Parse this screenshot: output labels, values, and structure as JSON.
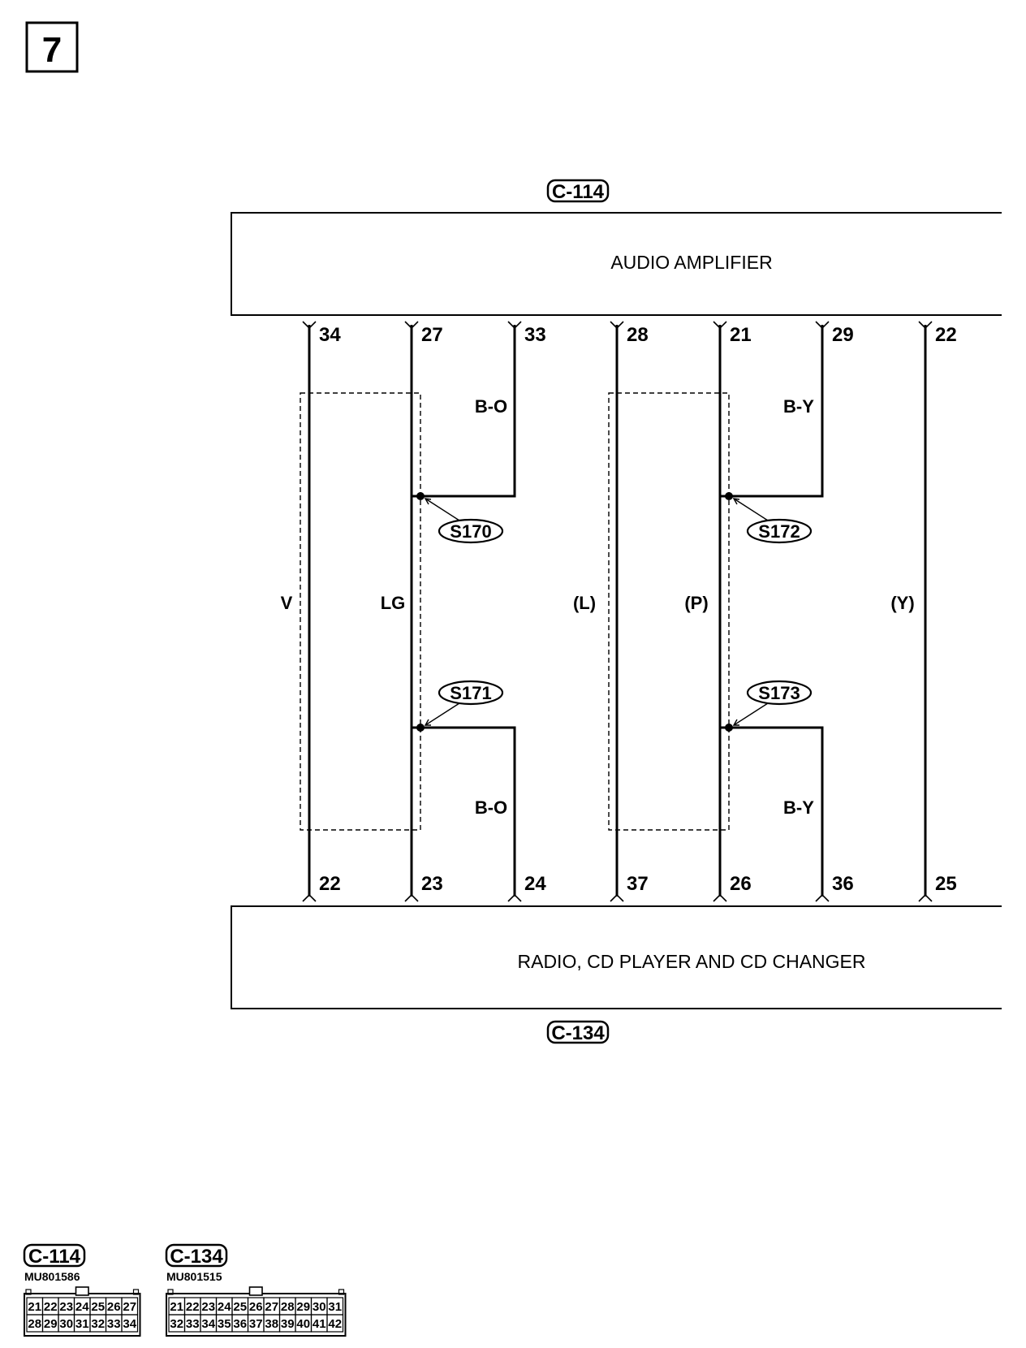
{
  "page_number": "7",
  "connectors": {
    "top": "C-114",
    "bottom": "C-134"
  },
  "components": {
    "top": "AUDIO AMPLIFIER",
    "bottom": "RADIO, CD PLAYER AND CD CHANGER"
  },
  "wires": [
    {
      "id": "w1",
      "top_pin": "34",
      "bottom_pin": "22",
      "color": "V"
    },
    {
      "id": "w2",
      "top_pin": "27",
      "bottom_pin": "23",
      "color": "LG"
    },
    {
      "id": "w3",
      "top_pin": "33",
      "bottom_pin": "24",
      "color": "(L)",
      "upper_branch_color": "B-O",
      "lower_branch_color": "B-O"
    },
    {
      "id": "w4",
      "top_pin": "28",
      "bottom_pin": "37",
      "color": "(P)"
    },
    {
      "id": "w5",
      "top_pin": "21",
      "bottom_pin": "26",
      "color": ""
    },
    {
      "id": "w6",
      "top_pin": "29",
      "bottom_pin": "36",
      "color": "",
      "upper_branch_color": "B-Y",
      "lower_branch_color": "B-Y"
    },
    {
      "id": "w7",
      "top_pin": "22",
      "bottom_pin": "25",
      "color": "(Y)"
    }
  ],
  "splices": [
    "S170",
    "S171",
    "S172",
    "S173"
  ],
  "connector_views": [
    {
      "name": "C-114",
      "part_number": "MU801586",
      "row1": [
        "21",
        "22",
        "23",
        "24",
        "25",
        "26",
        "27"
      ],
      "row2": [
        "28",
        "29",
        "30",
        "31",
        "32",
        "33",
        "34"
      ]
    },
    {
      "name": "C-134",
      "part_number": "MU801515",
      "row1": [
        "21",
        "22",
        "23",
        "24",
        "25",
        "26",
        "27",
        "28",
        "29",
        "30",
        "31"
      ],
      "row2": [
        "32",
        "33",
        "34",
        "35",
        "36",
        "37",
        "38",
        "39",
        "40",
        "41",
        "42"
      ]
    }
  ],
  "colors": {
    "line": "#000000",
    "background": "#ffffff"
  }
}
